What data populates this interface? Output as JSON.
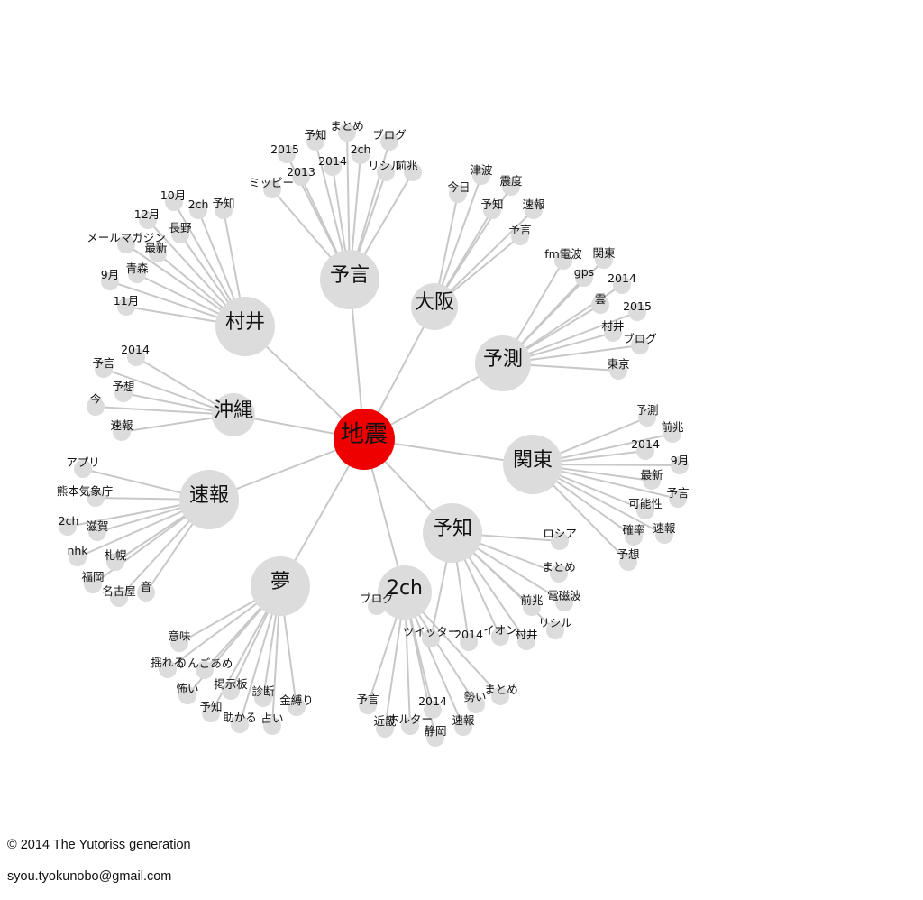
{
  "graph": {
    "center": {
      "label": "地震",
      "color": "#ee0000"
    },
    "hubs": [
      {
        "label": "予言",
        "color": "#dcdcdc",
        "leaves": [
          "ミッピー",
          "2015",
          "2013",
          "予知",
          "2014",
          "まとめ",
          "2ch",
          "ブログ",
          "リシル",
          "前兆"
        ]
      },
      {
        "label": "村井",
        "color": "#f2d33a",
        "leaves": [
          "10月",
          "2ch",
          "予知",
          "12月",
          "長野",
          "メールマガジン",
          "最新",
          "9月",
          "青森",
          "11月"
        ]
      },
      {
        "label": "大阪",
        "color": "#dcdcdc",
        "leaves": [
          "今日",
          "津波",
          "震度",
          "予知",
          "速報",
          "予言"
        ]
      },
      {
        "label": "予測",
        "color": "#dcdcdc",
        "leaves": [
          "fm電波",
          "関東",
          "gps",
          "2014",
          "雲",
          "2015",
          "村井",
          "ブログ",
          "東京"
        ]
      },
      {
        "label": "沖縄",
        "color": "#dcdcdc",
        "leaves": [
          "2014",
          "予言",
          "予想",
          "今",
          "速報"
        ]
      },
      {
        "label": "関東",
        "color": "#dcdcdc",
        "leaves": [
          "予測",
          "前兆",
          "2014",
          "9月",
          "最新",
          "予言",
          "可能性",
          "確率",
          "速報",
          "予想"
        ]
      },
      {
        "label": "速報",
        "color": "#dcdcdc",
        "leaves": [
          "アプリ",
          "熊本気象庁",
          "2ch",
          "滋賀",
          "nhk",
          "札幌",
          "福岡",
          "名古屋",
          "音"
        ]
      },
      {
        "label": "予知",
        "color": "#dcdcdc",
        "leaves": [
          "ロシア",
          "まとめ",
          "電磁波",
          "前兆",
          "リシル",
          "村井",
          "イオン",
          "2014",
          "ツイッター"
        ]
      },
      {
        "label": "夢",
        "color": "#dcdcdc",
        "leaves": [
          "意味",
          "揺れる",
          "りんごあめ",
          "怖い",
          "掲示板",
          "診断",
          "予知",
          "助かる",
          "占い",
          "金縛り"
        ]
      },
      {
        "label": "2ch",
        "color": "#dcdcdc",
        "leaves": [
          "ブログ",
          "予言",
          "近畿",
          "ホルター",
          "静岡",
          "2014",
          "速報",
          "勢い",
          "まとめ"
        ]
      }
    ]
  },
  "footer": {
    "copyright": "© 2014 The Yutoriss generation",
    "email": "syou.tyokunobo@gmail.com"
  }
}
